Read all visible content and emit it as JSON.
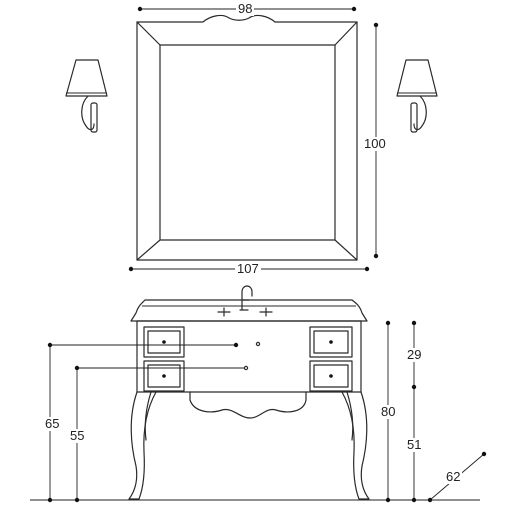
{
  "dimensions": {
    "mirror_width": "98",
    "mirror_height": "100",
    "frame_width": "107",
    "overall_height": "65",
    "drawer_height": "55",
    "top_height": "80",
    "upper_section": "29",
    "lower_section": "51",
    "depth": "62"
  }
}
